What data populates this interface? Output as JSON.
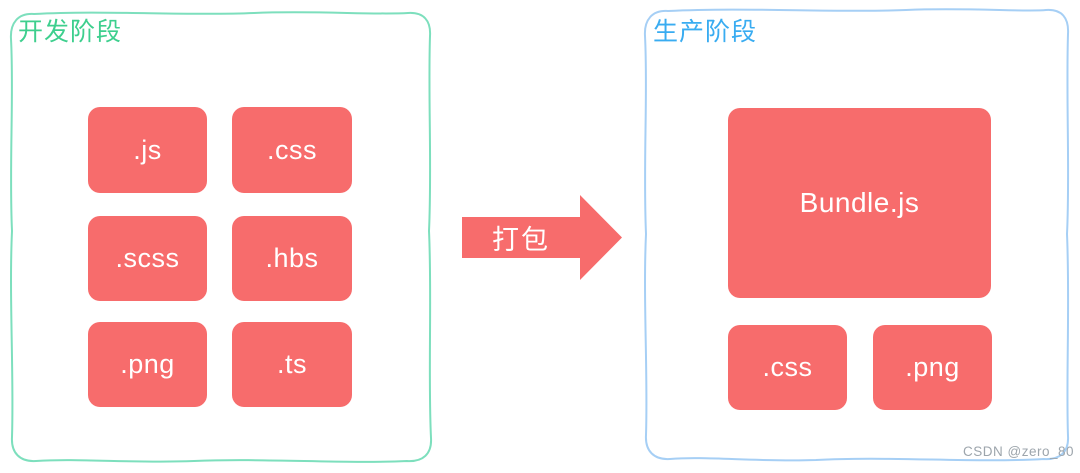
{
  "colors": {
    "box_red": "#F76C6C",
    "box_text": "#FFFFFF",
    "dev_green": "#3ECF8E",
    "dev_border_green": "#7DDFBD",
    "prod_blue": "#39ACF1",
    "prod_border_blue": "#A6CFF5",
    "arrow_red": "#F76C6C",
    "watermark_gray": "#9DA5AC"
  },
  "dev": {
    "title": "开发阶段",
    "files": [
      ".js",
      ".css",
      ".scss",
      ".hbs",
      ".png",
      ".ts"
    ]
  },
  "arrow": {
    "icon": "pack-arrow-right-icon",
    "label": "打包"
  },
  "prod": {
    "title": "生产阶段",
    "bundle": "Bundle.js",
    "assets": [
      ".css",
      ".png"
    ]
  },
  "watermark": "CSDN @zero_80"
}
